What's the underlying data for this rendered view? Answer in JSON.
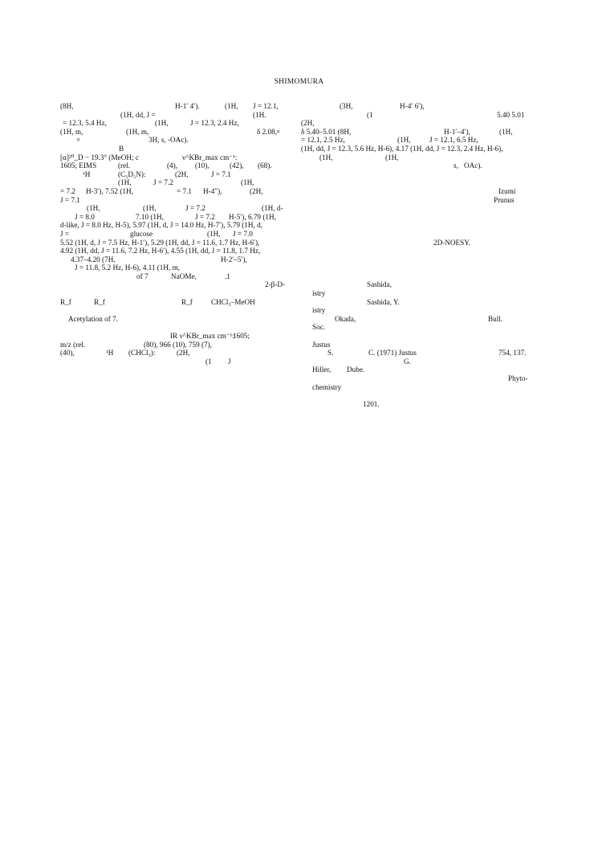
{
  "header": "SHIMOMURA",
  "left_lines": [
    [
      [
        "(8H,",
        0
      ],
      [
        "H-1′ 4′).",
        143
      ],
      [
        "(1H,",
        205
      ],
      [
        "J = 12.1,",
        240
      ]
    ],
    [
      [
        "(1H, dd, J =",
        75
      ],
      [
        "(1H.",
        240
      ]
    ],
    [
      [
        "= 12.3, 5.4 Hz,",
        3
      ],
      [
        "(1H,",
        118
      ],
      [
        "J = 12.3, 2.4 Hz,",
        162
      ]
    ],
    [
      [
        "(1H, m,",
        0
      ],
      [
        "(1H, m,",
        82
      ],
      [
        "δ 2.08,",
        245
      ],
      [
        "×",
        269
      ]
    ],
    [
      [
        "×",
        20
      ],
      [
        "3H, s, -OAc).",
        110
      ]
    ],
    [
      [
        "B",
        73
      ]
    ],
    [
      [
        "[α]²⁰_D − 19.3° (MeOH; c",
        0
      ],
      [
        "ν^KBr_max cm⁻¹:",
        152
      ]
    ],
    [
      [
        "1605; EIMS",
        0
      ],
      [
        "(rel.",
        72
      ],
      [
        "(4),",
        133
      ],
      [
        "(10),",
        168
      ],
      [
        "(42),",
        211
      ],
      [
        "(68).",
        246
      ]
    ],
    [
      [
        "¹H",
        28
      ],
      [
        "(C₅D₅N):",
        72
      ],
      [
        "(2H,",
        143
      ],
      [
        "J = 7.1",
        188
      ]
    ],
    [
      [
        "(1H,",
        72
      ],
      [
        "J = 7.2",
        116
      ],
      [
        "(1H,",
        225
      ]
    ],
    [
      [
        "= 7.2",
        0
      ],
      [
        "H-3′), 7.52 (1H,",
        32
      ],
      [
        "= 7.1",
        145
      ],
      [
        "H-4″),",
        178
      ],
      [
        "(2H,",
        236
      ]
    ],
    [
      [
        "J = 7.1",
        0
      ]
    ],
    [
      [
        "(1H,",
        33
      ],
      [
        "(1H,",
        103
      ],
      [
        "J = 7.2",
        156
      ],
      [
        "(1H, d-",
        251
      ]
    ],
    [
      [
        "J = 8.0",
        18
      ],
      [
        "7.10 (1H,",
        94
      ],
      [
        "J = 7.2",
        168
      ],
      [
        "H-5′), 6.79 (1H,",
        210
      ]
    ],
    [
      [
        "d-like, J = 8.0 Hz, H-5), 5.97 (1H, d, J = 14.0 Hz, H-7′), 5.79 (1H, d,",
        0
      ]
    ],
    [
      [
        "J =",
        0
      ],
      [
        "glucose",
        87
      ],
      [
        "(1H,",
        183
      ],
      [
        "J = 7.0",
        215
      ]
    ],
    [
      [
        "5.52 (1H, d, J = 7.5 Hz, H-1′), 5.29 (1H, dd, J = 11.6, 1.7 Hz, H-6′),",
        0
      ]
    ],
    [
      [
        "4.92 (1H, dd, J = 11.6, 7.2 Hz, H-6′), 4.55 (1H, dd, J = 11.8, 1.7 Hz,",
        0
      ]
    ],
    [
      [
        "4.37–4.20 (7H,",
        13
      ],
      [
        "H-2′–5′),",
        200
      ]
    ],
    [
      [
        "J = 11.8, 5.2 Hz, H-6), 4.11 (1H, m,",
        18
      ]
    ],
    [
      [
        "of 7",
        95
      ],
      [
        "NaOMe,",
        138
      ],
      [
        ".1",
        205
      ]
    ],
    [
      [
        "2-β-D-",
        255
      ]
    ],
    [],
    [
      [
        "R_f",
        0
      ],
      [
        "R_f",
        42
      ],
      [
        "R_f",
        151
      ],
      [
        "CHCl₃–MeOH",
        188
      ]
    ],
    [],
    [
      [
        "Acetylation of 7.",
        10
      ]
    ],
    [],
    [
      [
        "IR ν^KBr_max cm⁻¹:",
        137
      ],
      [
        "1605;",
        215
      ]
    ],
    [
      [
        "m/z (rel.",
        0
      ],
      [
        "(80), 966 (10), 759 (7),",
        104
      ]
    ],
    [
      [
        "(40),",
        0
      ],
      [
        "¹H",
        57
      ],
      [
        "(CHCl₃):",
        85
      ],
      [
        "(2H,",
        145
      ]
    ],
    [
      [
        "(1",
        181
      ],
      [
        "J",
        209
      ]
    ]
  ],
  "right_lines": [
    [
      [
        "(3H,",
        48
      ],
      [
        "H-4′ 6′),",
        123
      ]
    ],
    [
      [
        "(1",
        82
      ],
      [
        "5.40 5.01",
        244
      ]
    ],
    [
      [
        "(2H,",
        0
      ]
    ],
    [
      [
        "δ 5.40–5.01 (8H,",
        0
      ],
      [
        "H-1′–4′),",
        178
      ],
      [
        "(1H,",
        247
      ]
    ],
    [
      [
        "= 12.1, 2.5 Hz,",
        0
      ],
      [
        "(1H,",
        120
      ],
      [
        "J = 12.1, 6.5 Hz,",
        160
      ]
    ],
    [
      [
        "(1H, dd, J = 12.3, 5.6 Hz, H-6), 4.17 (1H, dd, J = 12.3, 2.4 Hz, H-6),",
        0
      ]
    ],
    [
      [
        "(1H,",
        23
      ],
      [
        "(1H,",
        105
      ]
    ],
    [
      [
        "s,",
        190
      ],
      [
        "OAc).",
        203
      ]
    ],
    [],
    [],
    [
      [
        "Izumi",
        246
      ]
    ],
    [
      [
        "Prunus",
        240
      ]
    ],
    [],
    [],
    [],
    [],
    [
      [
        "2D-NOESY.",
        165
      ]
    ],
    [],
    [],
    [],
    [],
    [
      [
        "Sashida,",
        82
      ]
    ],
    [
      [
        "istry",
        14
      ]
    ],
    [
      [
        "Sashida, Y.",
        82
      ]
    ],
    [
      [
        "istry",
        14
      ]
    ],
    [
      [
        "Okada,",
        42
      ],
      [
        "Bull.",
        233
      ]
    ],
    [
      [
        "Soc.",
        14
      ]
    ],
    [],
    [
      [
        "Justus",
        14
      ]
    ],
    [
      [
        "S.",
        33
      ],
      [
        "C. (1971) Justus",
        84
      ],
      [
        "754, 137.",
        246
      ]
    ],
    [
      [
        "G.",
        128
      ]
    ],
    [
      [
        "Hiller,",
        14
      ],
      [
        "Dube.",
        57
      ]
    ],
    [
      [
        "Phyto-",
        258
      ]
    ],
    [
      [
        "chemistry",
        14
      ]
    ],
    [],
    [
      [
        "1201.",
        77
      ]
    ]
  ]
}
